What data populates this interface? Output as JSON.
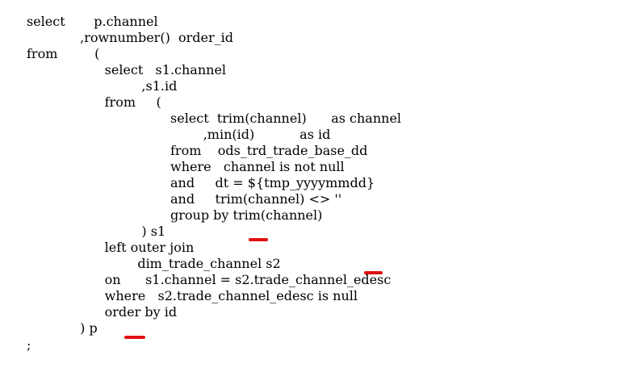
{
  "colors": {
    "text": "#000000",
    "background": "#ffffff",
    "underline": "#e01010"
  },
  "sql": {
    "lines": [
      "select       p.channel",
      "             ,rownumber()  order_id",
      "from         (",
      "                   select   s1.channel",
      "                            ,s1.id",
      "                   from     (",
      "                                   select  trim(channel)      as channel",
      "                                           ,min(id)           as id",
      "                                   from    ods_trd_trade_base_dd",
      "                                   where   channel is not null",
      "                                   and     dt = ${tmp_yyyymmdd}",
      "                                   and     trim(channel) <> ''",
      "                                   group by trim(channel)",
      "                            ) s1",
      "                   left outer join",
      "                           dim_trade_channel s2",
      "                   on      s1.channel = s2.trade_channel_edesc",
      "                   where   s2.trade_channel_edesc is null",
      "                   order by id",
      "             ) p",
      ";"
    ]
  },
  "highlights": [
    {
      "label": "s1"
    },
    {
      "label": "s2"
    },
    {
      "label": "p"
    }
  ]
}
